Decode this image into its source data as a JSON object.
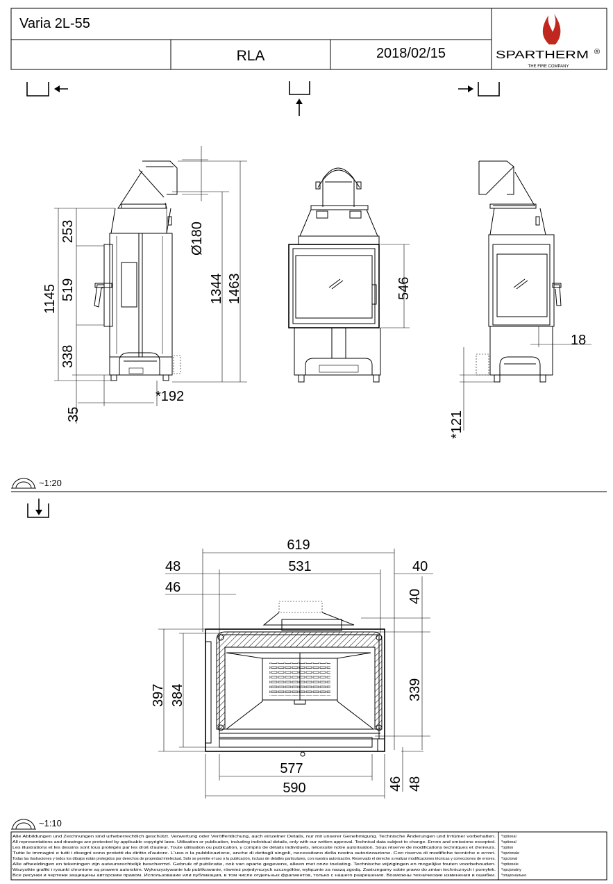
{
  "header": {
    "model": "Varia 2L-55",
    "variant": "RLA",
    "date": "2018/02/15",
    "brand": "SPARTHERM",
    "brand_mark": "®",
    "tagline": "THE FIRE COMPANY"
  },
  "elevation": {
    "scale": "~1:20",
    "left_dims": [
      "1145",
      "253",
      "519",
      "338",
      "35"
    ],
    "mid_dims": [
      "Ø180",
      "1344",
      "1463",
      "*192"
    ],
    "front_dims": [
      "546"
    ],
    "right_dims": [
      "18",
      "*121"
    ]
  },
  "plan": {
    "scale": "~1:10",
    "top_dims": [
      "619",
      "531",
      "48",
      "46",
      "40",
      "40"
    ],
    "side_dims": [
      "397",
      "384",
      "339"
    ],
    "bottom_dims": [
      "577",
      "590",
      "46",
      "48"
    ]
  },
  "disclaimer": {
    "lines": [
      "Alle Abbildungen und Zeichnungen sind urheberrechtlich geschützt. Verwertung oder Veröffentlichung, auch einzelner Details, nur mit unserer Genehmigung. Technische Änderungen und Irrtümer vorbehalten.",
      "All representations and drawings are protected by applicable copyright laws. Utilisation or publication, including individual details, only with our written approval. Technical data subject to change. Errors and omissions excepted.",
      "Les illustrations et les dessins sont tous protégés par les droit d'auteur. Toute utilisation ou publication, y compris de détails individuels, nécessite notre autorisation. Sous réserve de modifications techniques et d'erreurs.",
      "Tutte le immagini e tutti i disegni sono protetti da diritto d'autore. L'uso o la pubblicazione, anche di dettagli singoli, necessitano della nostra autorizzazione. Con riserva di modifiche tecniche e errori.",
      "Todas las ilustraciones y todos los dibujos están protegidos por derechos de propiedad intelectual. Solo se permite el uso o la publicación, incluso de detalles particulares, con nuestra autorización. Reservado el derecho a realizar modificaciones técnicas y correcciones de errores.",
      "Alle afbeeldingen en tekeningen zijn auteursrechtelijk beschermd. Gebruik of publicatie, ook van aparte gegevens, alleen met onze toelating. Technische wijzigingen en mogelijke fouten voorbehouden.",
      "Wszystkie grafiki i rysunki chronione są prawem autorskim. Wykorzystywanie lub publikowanie, również pojedynczych szczegółów, wyłącznie za naszą zgodą. Zastrzegamy sobie prawo do zmian technicznych i pomyłek.",
      "Все рисунки и чертежи защищены авторским правом. Использование или публикация, в том числе отдельных фрагментов, только с нашего разрешения. Возможны технические изменения и ошибки."
    ],
    "optional": [
      "*optional",
      "*optional",
      "*option",
      "*opzionale",
      "*opcional",
      "*optionele",
      "*opcjonalny",
      "*опционально"
    ]
  }
}
